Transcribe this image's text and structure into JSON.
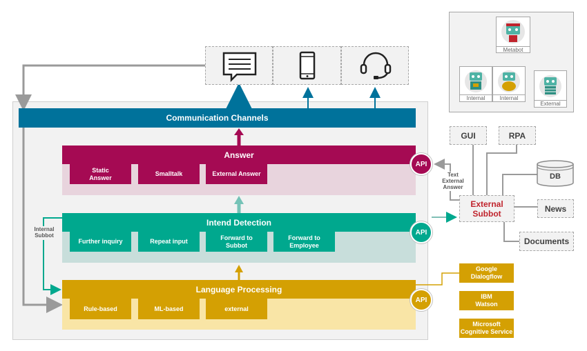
{
  "colors": {
    "communication": "#00729b",
    "answer": "#a50a53",
    "answer_bg": "#e8d4dd",
    "intend": "#00a88e",
    "intend_bg": "#c8dedb",
    "language": "#d4a003",
    "language_bg": "#f9e5a6",
    "frame": "#f2f2f2",
    "external_subbot": "#c0232c"
  },
  "icons": {
    "chat": "chat-bubble-icon",
    "phone": "smartphone-icon",
    "headset": "headset-icon",
    "database": "database-icon",
    "robot": "robot-icon"
  },
  "layers": {
    "communication": "Communication Channels",
    "answer": {
      "title": "Answer",
      "items": [
        "Static\nAnswer",
        "Smalltalk",
        "External Answer"
      ]
    },
    "intend": {
      "title": "Intend Detection",
      "items": [
        "Further inquiry",
        "Repeat input",
        "Forward to\nSubbot",
        "Forward to\nEmployee"
      ]
    },
    "language": {
      "title": "Language Processing",
      "items": [
        "Rule-based",
        "ML-based",
        "external"
      ]
    }
  },
  "api_label": "API",
  "labels": {
    "internal_subbot": "Internal\nSubbot",
    "text_external_answer": "Text\nExternal\nAnswer"
  },
  "external": {
    "subbot": "External\nSubbot",
    "gui": "GUI",
    "rpa": "RPA",
    "db": "DB",
    "news": "News",
    "documents": "Documents"
  },
  "providers": [
    "Google\nDialogflow",
    "IBM\nWatson",
    "Microsoft\nCognitive Service"
  ],
  "bots": {
    "metabot": "Metabot",
    "internal_1": "Internal",
    "internal_2": "Internal",
    "external": "External"
  }
}
